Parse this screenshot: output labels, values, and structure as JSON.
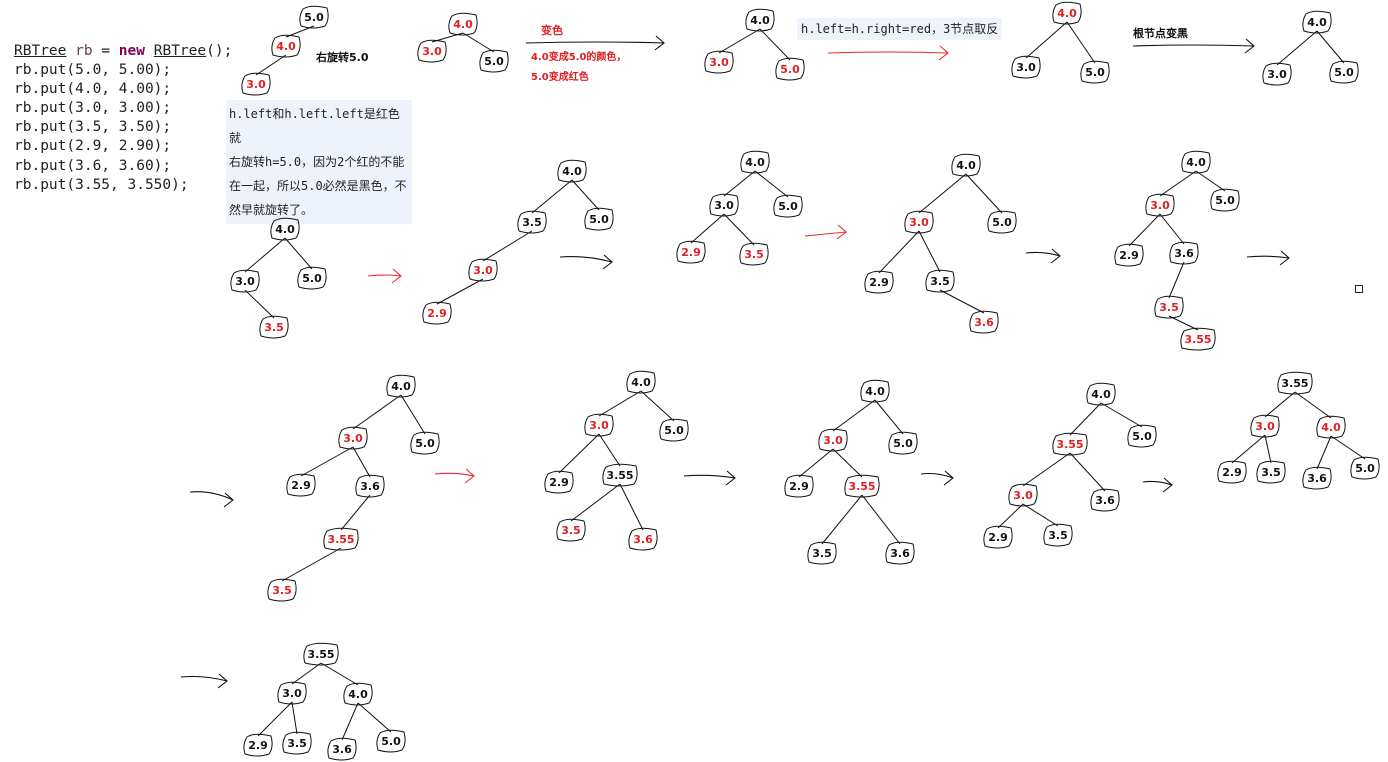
{
  "code": {
    "line1": {
      "cls": "RBTree",
      "var": "rb",
      "eq": " = ",
      "kw": "new",
      "ctor": "RBTree",
      "end": "();"
    },
    "lines": [
      "rb.put(5.0, 5.00);",
      "rb.put(4.0, 4.00);",
      "rb.put(3.0, 3.00);",
      "rb.put(3.5, 3.50);",
      "rb.put(2.9, 2.90);",
      "rb.put(3.6, 3.60);",
      "rb.put(3.55, 3.550);"
    ]
  },
  "annotations": {
    "rotate_right": "右旋转5.0",
    "recolor_title": "变色",
    "recolor_line1": "4.0变成5.0的颜色，",
    "recolor_line2": "5.0变成红色",
    "flip_note": "h.left=h.right=red，3节点取反",
    "root_black": "根节点变黑",
    "note_lines": [
      "h.left和h.left.left是红色就",
      "右旋转h=5.0，因为2个红的不能",
      "在一起，所以5.0必然是黑色，不",
      "然早就旋转了。"
    ]
  },
  "colors": {
    "black_node": "#111111",
    "red_node": "#e02020",
    "red_arrow": "#ee2a2a",
    "code_keyword": "#7f0055",
    "code_var": "#6a3e3e",
    "note_bg": "#eef3fb"
  },
  "trees": [
    {
      "id": "t1",
      "nodes": [
        {
          "k": "5.0",
          "c": "black"
        },
        {
          "k": "4.0",
          "c": "red"
        },
        {
          "k": "3.0",
          "c": "red"
        }
      ]
    },
    {
      "id": "t2",
      "nodes": [
        {
          "k": "4.0",
          "c": "red"
        },
        {
          "k": "3.0",
          "c": "red"
        },
        {
          "k": "5.0",
          "c": "black"
        }
      ]
    },
    {
      "id": "t3",
      "nodes": [
        {
          "k": "4.0",
          "c": "black"
        },
        {
          "k": "3.0",
          "c": "red"
        },
        {
          "k": "5.0",
          "c": "red"
        }
      ]
    },
    {
      "id": "t4",
      "nodes": [
        {
          "k": "4.0",
          "c": "red"
        },
        {
          "k": "3.0",
          "c": "black"
        },
        {
          "k": "5.0",
          "c": "black"
        }
      ]
    },
    {
      "id": "t5",
      "nodes": [
        {
          "k": "4.0",
          "c": "black"
        },
        {
          "k": "3.0",
          "c": "black"
        },
        {
          "k": "5.0",
          "c": "black"
        }
      ]
    },
    {
      "id": "t6",
      "nodes": [
        {
          "k": "4.0",
          "c": "black"
        },
        {
          "k": "3.0",
          "c": "black"
        },
        {
          "k": "5.0",
          "c": "black"
        },
        {
          "k": "3.5",
          "c": "red"
        }
      ]
    },
    {
      "id": "t7",
      "nodes": [
        {
          "k": "4.0",
          "c": "black"
        },
        {
          "k": "3.5",
          "c": "black"
        },
        {
          "k": "5.0",
          "c": "black"
        },
        {
          "k": "3.0",
          "c": "red"
        },
        {
          "k": "2.9",
          "c": "red"
        }
      ]
    },
    {
      "id": "t8",
      "nodes": [
        {
          "k": "4.0",
          "c": "black"
        },
        {
          "k": "3.0",
          "c": "black"
        },
        {
          "k": "5.0",
          "c": "black"
        },
        {
          "k": "2.9",
          "c": "red"
        },
        {
          "k": "3.5",
          "c": "red"
        }
      ]
    },
    {
      "id": "t9",
      "nodes": [
        {
          "k": "4.0",
          "c": "black"
        },
        {
          "k": "3.0",
          "c": "red"
        },
        {
          "k": "5.0",
          "c": "black"
        },
        {
          "k": "2.9",
          "c": "black"
        },
        {
          "k": "3.5",
          "c": "black"
        },
        {
          "k": "3.6",
          "c": "red"
        }
      ]
    },
    {
      "id": "t10",
      "nodes": [
        {
          "k": "4.0",
          "c": "black"
        },
        {
          "k": "3.0",
          "c": "red"
        },
        {
          "k": "5.0",
          "c": "black"
        },
        {
          "k": "2.9",
          "c": "black"
        },
        {
          "k": "3.6",
          "c": "black"
        },
        {
          "k": "3.5",
          "c": "red"
        },
        {
          "k": "3.55",
          "c": "red"
        }
      ]
    },
    {
      "id": "t11",
      "nodes": [
        {
          "k": "4.0",
          "c": "black"
        },
        {
          "k": "3.0",
          "c": "red"
        },
        {
          "k": "5.0",
          "c": "black"
        },
        {
          "k": "2.9",
          "c": "black"
        },
        {
          "k": "3.6",
          "c": "black"
        },
        {
          "k": "3.55",
          "c": "red"
        },
        {
          "k": "3.5",
          "c": "red"
        }
      ]
    },
    {
      "id": "t12",
      "nodes": [
        {
          "k": "4.0",
          "c": "black"
        },
        {
          "k": "3.0",
          "c": "red"
        },
        {
          "k": "5.0",
          "c": "black"
        },
        {
          "k": "2.9",
          "c": "black"
        },
        {
          "k": "3.55",
          "c": "black"
        },
        {
          "k": "3.5",
          "c": "red"
        },
        {
          "k": "3.6",
          "c": "red"
        }
      ]
    },
    {
      "id": "t13",
      "nodes": [
        {
          "k": "4.0",
          "c": "black"
        },
        {
          "k": "3.0",
          "c": "red"
        },
        {
          "k": "5.0",
          "c": "black"
        },
        {
          "k": "2.9",
          "c": "black"
        },
        {
          "k": "3.55",
          "c": "red"
        },
        {
          "k": "3.5",
          "c": "black"
        },
        {
          "k": "3.6",
          "c": "black"
        }
      ]
    },
    {
      "id": "t14",
      "nodes": [
        {
          "k": "4.0",
          "c": "black"
        },
        {
          "k": "3.55",
          "c": "red"
        },
        {
          "k": "5.0",
          "c": "black"
        },
        {
          "k": "3.0",
          "c": "red"
        },
        {
          "k": "3.6",
          "c": "black"
        },
        {
          "k": "2.9",
          "c": "black"
        },
        {
          "k": "3.5",
          "c": "black"
        }
      ]
    },
    {
      "id": "t15",
      "nodes": [
        {
          "k": "3.55",
          "c": "black"
        },
        {
          "k": "3.0",
          "c": "red"
        },
        {
          "k": "4.0",
          "c": "red"
        },
        {
          "k": "2.9",
          "c": "black"
        },
        {
          "k": "3.5",
          "c": "black"
        },
        {
          "k": "3.6",
          "c": "black"
        },
        {
          "k": "5.0",
          "c": "black"
        }
      ]
    },
    {
      "id": "t16",
      "nodes": [
        {
          "k": "3.55",
          "c": "black"
        },
        {
          "k": "3.0",
          "c": "black"
        },
        {
          "k": "4.0",
          "c": "black"
        },
        {
          "k": "2.9",
          "c": "black"
        },
        {
          "k": "3.5",
          "c": "black"
        },
        {
          "k": "3.6",
          "c": "black"
        },
        {
          "k": "5.0",
          "c": "black"
        }
      ]
    }
  ]
}
